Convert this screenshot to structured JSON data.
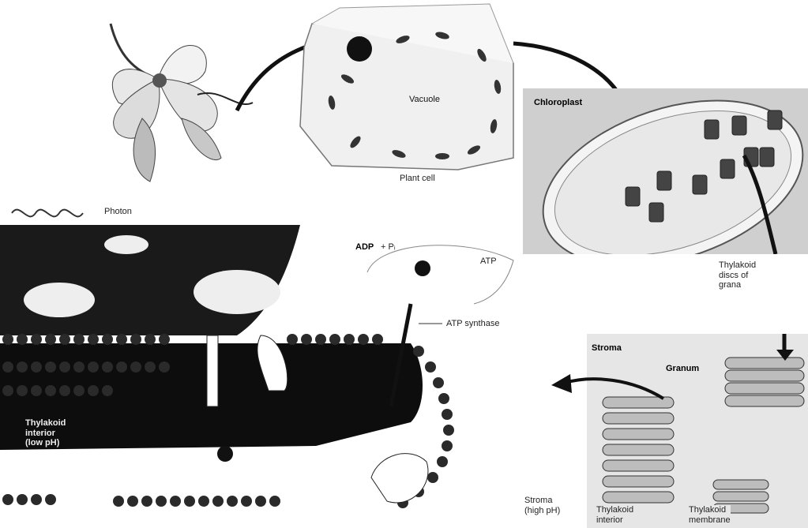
{
  "labels": {
    "vacuole": "Vacuole",
    "plant_cell": "Plant cell",
    "chloroplast": "Chloroplast",
    "photon": "Photon",
    "adp": "ADP",
    "pi": "+ Pᵢ",
    "atp": "ATP",
    "atp_synthase": "ATP synthase",
    "thylakoid_discs": [
      "Thylakoid",
      "discs of",
      "grana"
    ],
    "stroma_top": "Stroma",
    "granum": "Granum",
    "thylakoid_interior": [
      "Thylakoid",
      "interior",
      "(low pH)"
    ],
    "stroma_bottom": [
      "Stroma",
      "(high pH)"
    ],
    "thylakoid_interior_bottom": [
      "Thylakoid",
      "interior"
    ],
    "thylakoid_membrane": [
      "Thylakoid",
      "membrane"
    ]
  },
  "colors": {
    "membrane_dark": "#111111",
    "bead": "#2a2a2a",
    "background": "#ffffff",
    "grey_panel": "#d9d9d9"
  }
}
